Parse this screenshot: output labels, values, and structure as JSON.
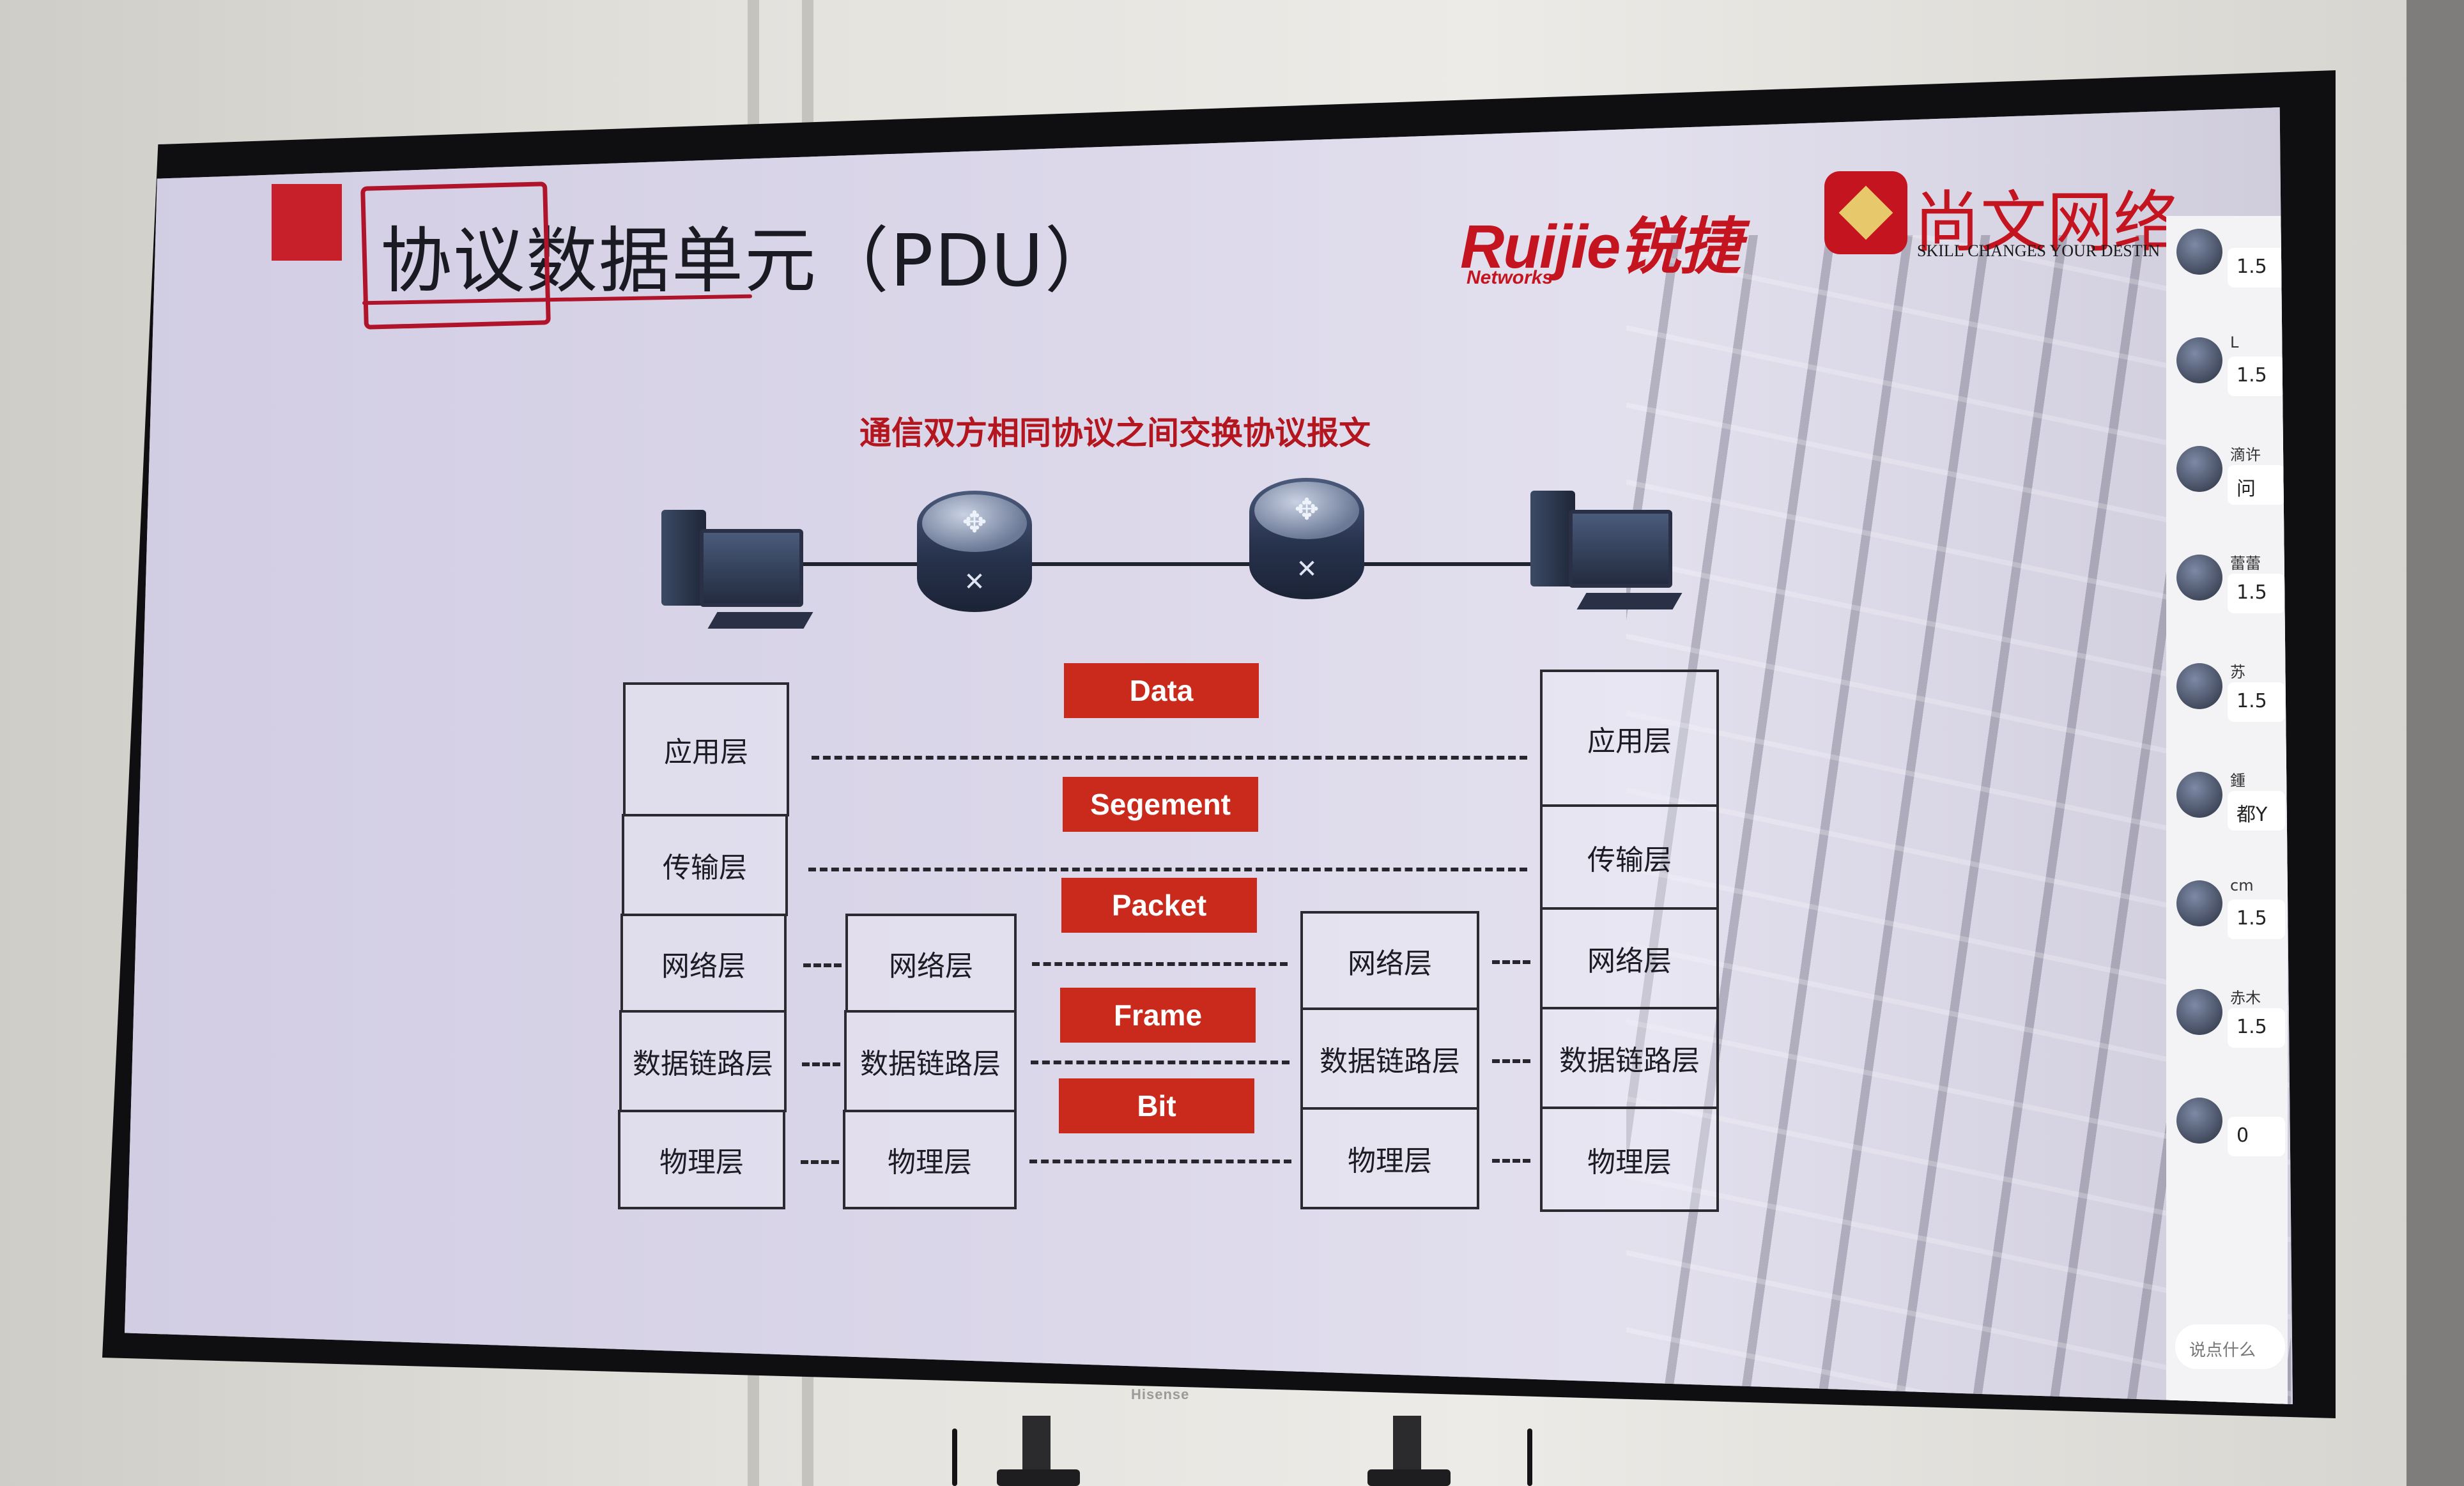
{
  "slide": {
    "title": "协议数据单元（PDU）",
    "subtitle": "通信双方相同协议之间交换协议报文",
    "logos": {
      "ruijie": "Ruijie锐捷",
      "ruijie_sub": "Networks",
      "shangwen": "尚文网络",
      "shangwen_sub": "SKILL CHANGES YOUR DESTIN"
    },
    "stacks": {
      "host_left": [
        "应用层",
        "传输层",
        "网络层",
        "数据链路层",
        "物理层"
      ],
      "router_left": [
        "网络层",
        "数据链路层",
        "物理层"
      ],
      "router_right": [
        "网络层",
        "数据链路层",
        "物理层"
      ],
      "host_right": [
        "应用层",
        "传输层",
        "网络层",
        "数据链路层",
        "物理层"
      ]
    },
    "pdu_labels": [
      "Data",
      "Segement",
      "Packet",
      "Frame",
      "Bit"
    ]
  },
  "chat": {
    "messages": [
      {
        "name": "",
        "text": "1.5"
      },
      {
        "name": "L",
        "text": "1.5"
      },
      {
        "name": "滴许",
        "text": "问"
      },
      {
        "name": "蕾蕾",
        "text": "1.5"
      },
      {
        "name": "苏",
        "text": "1.5"
      },
      {
        "name": "鍾",
        "text": "都Y"
      },
      {
        "name": "cm",
        "text": "1.5"
      },
      {
        "name": "赤木",
        "text": "1.5"
      },
      {
        "name": "",
        "text": "0"
      }
    ],
    "input_placeholder": "说点什么"
  },
  "tv": {
    "brand": "Hisense"
  },
  "colors": {
    "accent_red": "#c92a1c",
    "slide_bg": "#dcd8ea",
    "frame": "#0f0f11"
  }
}
